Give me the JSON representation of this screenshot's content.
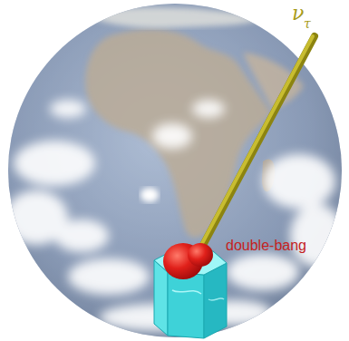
{
  "diagram": {
    "labels": [
      "ν",
      "τ",
      "double-bang"
    ]
  }
}
